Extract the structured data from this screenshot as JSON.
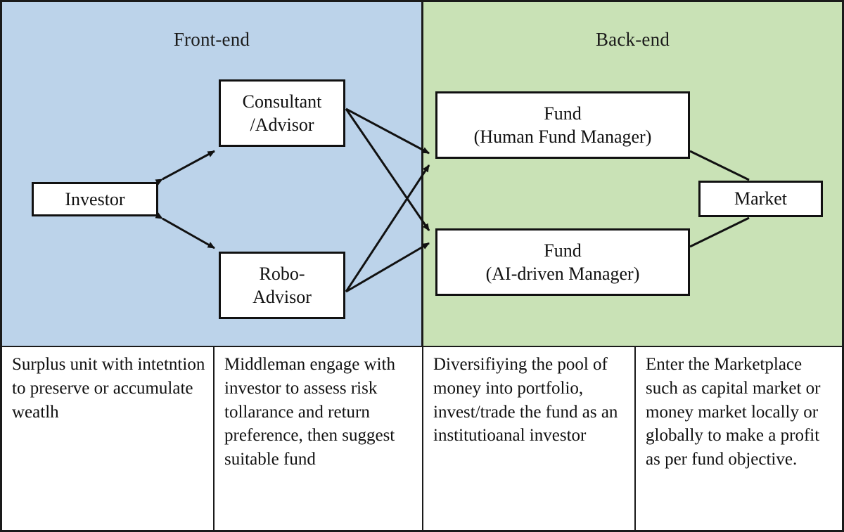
{
  "diagram": {
    "type": "flow-diagram",
    "title": "Fund investment value chain: front-end and back-end",
    "panels": [
      {
        "id": "frontend",
        "label": "Front-end",
        "color": "#bcd3ea"
      },
      {
        "id": "backend",
        "label": "Back-end",
        "color": "#c9e2b6"
      }
    ],
    "nodes": [
      {
        "id": "investor",
        "label": "Investor",
        "panel": "frontend"
      },
      {
        "id": "consultant",
        "label": "Consultant\n/Advisor",
        "panel": "frontend"
      },
      {
        "id": "robo",
        "label": "Robo-\nAdvisor",
        "panel": "frontend"
      },
      {
        "id": "fund-human",
        "label": "Fund\n(Human Fund Manager)",
        "panel": "backend"
      },
      {
        "id": "fund-ai",
        "label": "Fund\n(AI-driven Manager)",
        "panel": "backend"
      },
      {
        "id": "market",
        "label": "Market",
        "panel": "backend"
      }
    ],
    "node_labels": {
      "investor": "Investor",
      "consultant_line1": "Consultant",
      "consultant_line2": "/Advisor",
      "robo_line1": "Robo-",
      "robo_line2": "Advisor",
      "fund_human_line1": "Fund",
      "fund_human_line2": "(Human Fund Manager)",
      "fund_ai_line1": "Fund",
      "fund_ai_line2": "(AI-driven Manager)",
      "market": "Market"
    },
    "edges": [
      {
        "from": "investor",
        "to": "consultant",
        "arrow": "both"
      },
      {
        "from": "investor",
        "to": "robo",
        "arrow": "both"
      },
      {
        "from": "consultant",
        "to": "fund-human",
        "arrow": "to"
      },
      {
        "from": "consultant",
        "to": "fund-ai",
        "arrow": "to"
      },
      {
        "from": "robo",
        "to": "fund-human",
        "arrow": "to"
      },
      {
        "from": "robo",
        "to": "fund-ai",
        "arrow": "to"
      },
      {
        "from": "fund-human",
        "to": "market",
        "arrow": "none"
      },
      {
        "from": "fund-ai",
        "to": "market",
        "arrow": "none"
      }
    ],
    "colors": {
      "frontend_fill": "#bcd3ea",
      "backend_fill": "#c9e2b6",
      "node_fill": "#ffffff",
      "stroke": "#111111",
      "text": "#111111"
    }
  },
  "descriptions": [
    {
      "id": "investor-desc",
      "text": "Surplus unit with intetntion to preserve or accumulate weatlh"
    },
    {
      "id": "advisor-desc",
      "text": "Middleman engage with investor to assess risk tollarance and return preference, then suggest suitable fund"
    },
    {
      "id": "fund-desc",
      "text": "Diversifiying the pool of money into portfolio, invest/trade the fund as an institutioanal investor"
    },
    {
      "id": "market-desc",
      "text": "Enter the Marketplace such as capital market or money market locally or globally to make a profit as per fund objective."
    }
  ]
}
